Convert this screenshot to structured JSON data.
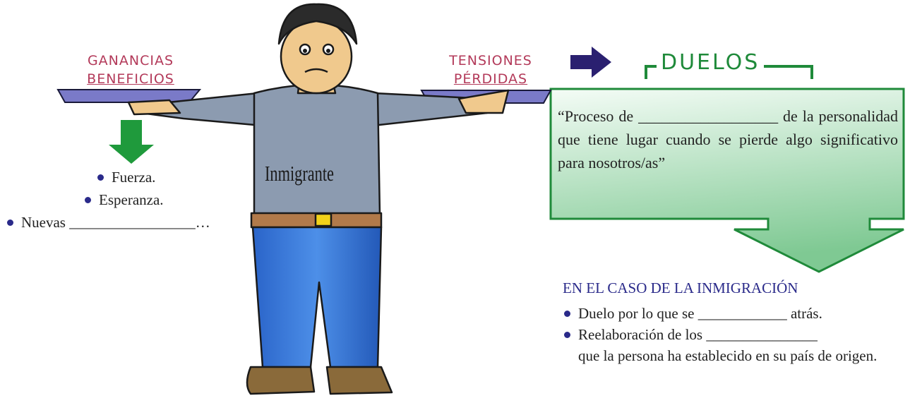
{
  "left_plate": {
    "line1": "GANANCIAS",
    "line2": "BENEFICIOS"
  },
  "right_plate": {
    "line1": "TENSIONES",
    "line2": "PÉRDIDAS"
  },
  "figure_label": "Inmigrante",
  "benefits": [
    {
      "text": "Fuerza."
    },
    {
      "text": "Esperanza."
    },
    {
      "text": "Nuevas _________________…"
    }
  ],
  "duelos": {
    "title": "DUELOS",
    "definition": "“Proceso de __________________ de la personalidad que tiene lugar cuando se pierde algo significativo para nosotros/as”"
  },
  "immigration": {
    "heading": "EN EL CASO DE LA INMIGRACIÓN",
    "items": [
      {
        "text": "Duelo por lo que se ____________ atrás."
      },
      {
        "text": "Reelaboración de los _______________"
      },
      {
        "text": "que la persona ha establecido en su país de origen."
      }
    ]
  },
  "colors": {
    "plate_label": "#b33a5a",
    "green_arrow": "#1f9a3c",
    "navy_arrow": "#2a2070",
    "box_border": "#1f8a3a",
    "box_fill_top": "#e6f7ea",
    "box_fill_bottom": "#8fd1a0",
    "bullet": "#2a2a8a"
  }
}
